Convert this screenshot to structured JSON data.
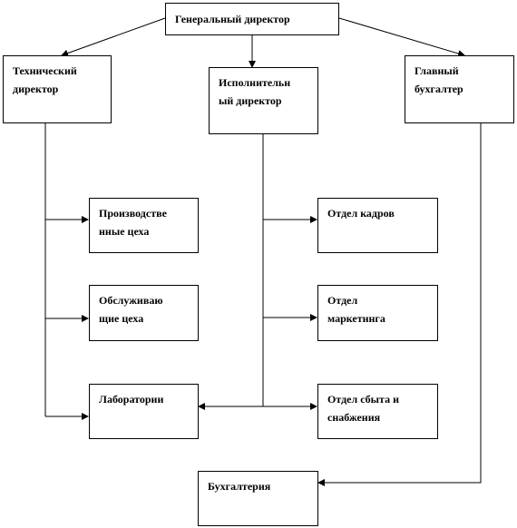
{
  "nodes": {
    "ceo": "Генеральный директор",
    "tech_director": "Технический\nдиректор",
    "exec_director": "Исполнительн\nый директор",
    "chief_accountant": "Главный\nбухгалтер",
    "production_shops": "Производстве\nнные цеха",
    "service_shops": "Обслуживаю\nщие цеха",
    "laboratories": "Лаборатории",
    "hr_department": "Отдел кадров",
    "marketing_department": "Отдел\nмаркетинга",
    "sales_supply_department": "Отдел сбыта и\nснабжения",
    "accounting": "Бухгалтерия"
  },
  "colors": {
    "line": "#000000",
    "box_border": "#000000",
    "box_fill": "#ffffff"
  }
}
